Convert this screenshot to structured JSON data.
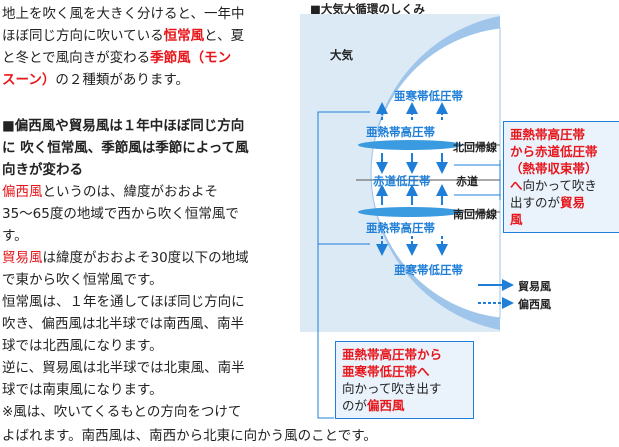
{
  "intro": {
    "line1": "地上を吹く風を大きく分けると、一年中",
    "line2": "ほぼ同じ方向に吹いている",
    "line2_red": "恒常風",
    "line2_end": "と、夏",
    "line3": "と冬とで風向きが変わる",
    "line3_red": "季節風（モン",
    "line4_red": "スーン）",
    "line4_end": "の２種類があります。"
  },
  "section": {
    "heading1": "■偏西風や貿易風は１年中ほぼ同じ方向",
    "heading2": "に 吹く恒常風、季節風は季節によって風",
    "heading3": "向きが変わる",
    "p1_red": "偏西風",
    "p1a": "というのは、緯度がおおよそ",
    "p1b": "35～65度の地域で西から吹く恒常風で",
    "p1c": "す。",
    "p2_red": "貿易風",
    "p2a": "は緯度がおおよそ30度以下の地域",
    "p2b": "で東から吹く恒常風です。",
    "p3a": "恒常風は、１年を通してほぼ同じ方向に",
    "p3b": "吹き、偏西風は北半球では南西風、南半",
    "p3c": "球では北西風になります。",
    "p4a": "逆に、貿易風は北半球では北東風、南半",
    "p4b": "球では南東風になります。",
    "p5a": "※風は、吹いてくるもとの方向をつけて",
    "p5b": "よばれます。南西風は、南西から北東に向かう風のことです。"
  },
  "figure": {
    "title": "■大気大循環のしくみ",
    "atmosphere": "大気",
    "zones": {
      "subpolar_n": "亜寒帯低圧帯",
      "subtropical_n": "亜熱帯高圧帯",
      "equatorial": "赤道低圧帯",
      "subtropical_s": "亜熱帯高圧帯",
      "subpolar_s": "亜寒帯低圧帯"
    },
    "lines": {
      "tropic_n": "北回帰線",
      "equator": "赤道",
      "tropic_s": "南回帰線"
    },
    "legend": {
      "trade": "貿易風",
      "westerly": "偏西風"
    },
    "callout_right": {
      "l1_red": "亜熱帯高圧帯",
      "l2_red": "から赤道低圧帯",
      "l3_red": "（熱帯収束帯）",
      "l4_red": "へ",
      "l4": "向かって吹き",
      "l5": "出すのが",
      "l5_red": "貿易",
      "l6_red": "風"
    },
    "callout_bottom": {
      "l1_red": "亜熱帯高圧帯から",
      "l2_red": "亜寒帯低圧帯へ",
      "l3": "向かって吹き出す",
      "l4": "のが",
      "l4_red": "偏西風"
    },
    "colors": {
      "accent_red": "#e8161b",
      "accent_blue": "#1f7fd8",
      "panel_bg": "#dceaf6"
    }
  }
}
